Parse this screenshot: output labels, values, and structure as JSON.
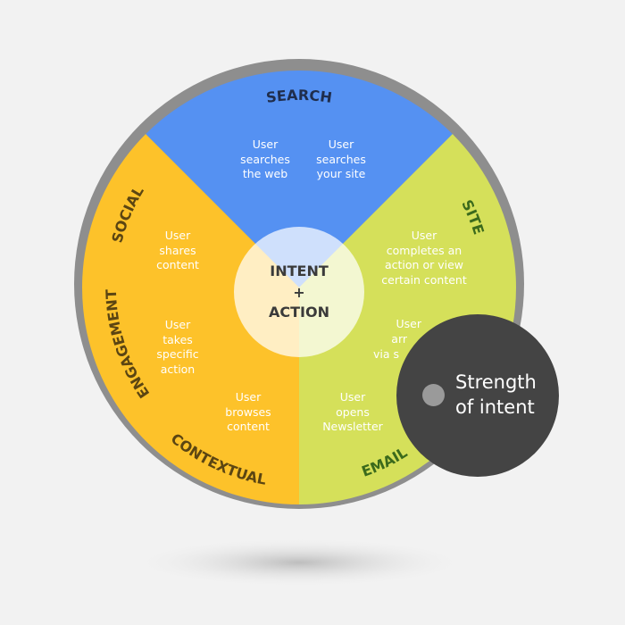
{
  "center": {
    "line1": "INTENT",
    "line2": "+",
    "line3": "ACTION"
  },
  "segments": [
    {
      "label": "SEARCH",
      "color": "#5591f2",
      "label_color": "#1f2d4c"
    },
    {
      "label": "SITE",
      "color": "#d5e05a",
      "label_color": "#3b6a1c"
    },
    {
      "label": "EMAIL",
      "color": "#d5e05a",
      "label_color": "#3b6a1c"
    },
    {
      "label": "CONTEXTUAL",
      "color": "#fdc22a",
      "label_color": "#5b4512"
    },
    {
      "label": "ENGAGEMENT",
      "color": "#fdc22a",
      "label_color": "#5b4512"
    },
    {
      "label": "SOCIAL",
      "color": "#fdc22a",
      "label_color": "#5b4512"
    }
  ],
  "items": {
    "search_web": [
      "User",
      "searches",
      "the web"
    ],
    "search_site": [
      "User",
      "searches",
      "your site"
    ],
    "shares": [
      "User",
      "shares",
      "content"
    ],
    "takes_action": [
      "User",
      "takes",
      "specific",
      "action"
    ],
    "browses": [
      "User",
      "browses",
      "content"
    ],
    "completes": [
      "User",
      "completes an",
      "action or view",
      "certain content"
    ],
    "arrives": [
      "User",
      "arr",
      "via s"
    ],
    "opens": [
      "User",
      "opens",
      "Newsletter"
    ]
  },
  "legend": {
    "line1": "Strength",
    "line2": "of intent",
    "dot_color": "#9a9a9a",
    "bg": "#444444"
  },
  "ring_color": "#8e8e8e"
}
